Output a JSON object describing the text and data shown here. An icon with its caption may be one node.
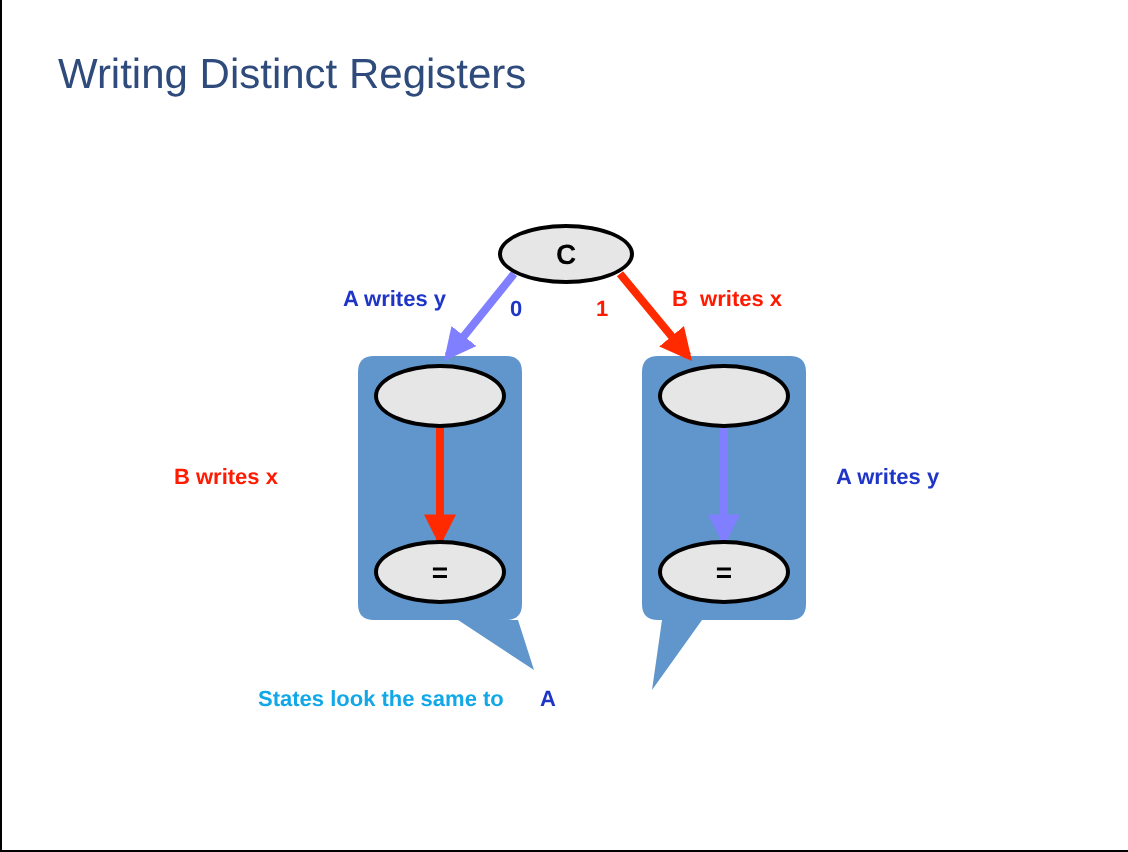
{
  "diagram": {
    "title": "Writing Distinct Registers",
    "nodes": [
      {
        "text": [
          "C"
        ]
      },
      {
        "text": [],
        "shape": "box"
      },
      {
        "text": [],
        "in": 1,
        "shape": "circle"
      },
      {
        "text": [
          "="
        ],
        "in": 1
      },
      {
        "text": [],
        "shape": "box"
      },
      {
        "text": [],
        "in": 4,
        "shape": "circle"
      },
      {
        "text": [
          "="
        ],
        "in": 4
      }
    ],
    "edges": [
      {
        "from": 0,
        "to": 1,
        "arrow": "to",
        "label": "A writes y",
        "color": "#7f7fff"
      },
      {
        "from": 0,
        "to": 4,
        "arrow": "to",
        "label": "B  writes x",
        "color": "#ff2a00"
      },
      {
        "from": 2,
        "to": 3,
        "arrow": "to",
        "color": "#ff2a00"
      },
      {
        "from": 5,
        "to": 6,
        "arrow": "to",
        "color": "#7f7fff"
      }
    ],
    "labels": [
      "0",
      "1",
      "B writes x",
      "A writes y",
      "States look the same to",
      "A"
    ]
  }
}
